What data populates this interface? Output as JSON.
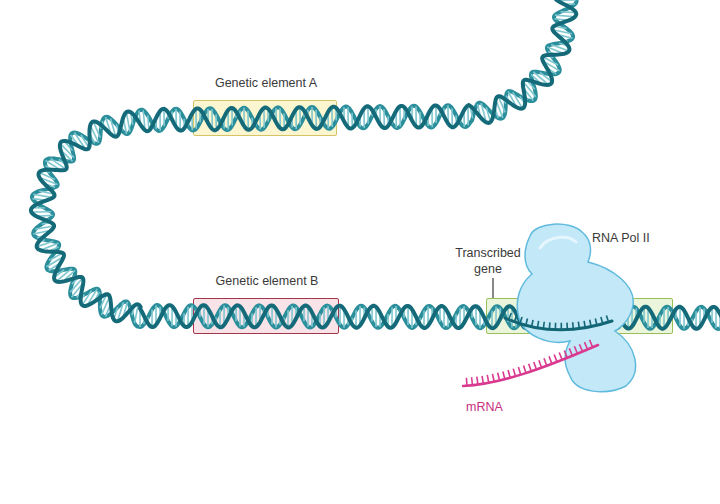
{
  "diagram": {
    "nodes": [
      {
        "text": [
          "Genetic element A"
        ]
      },
      {
        "text": [
          "Genetic element B"
        ]
      },
      {
        "text": [
          "Transcribed gene"
        ]
      },
      {
        "text": [
          "RNA Pol II"
        ]
      }
    ],
    "labels": [
      "mRNA"
    ]
  }
}
